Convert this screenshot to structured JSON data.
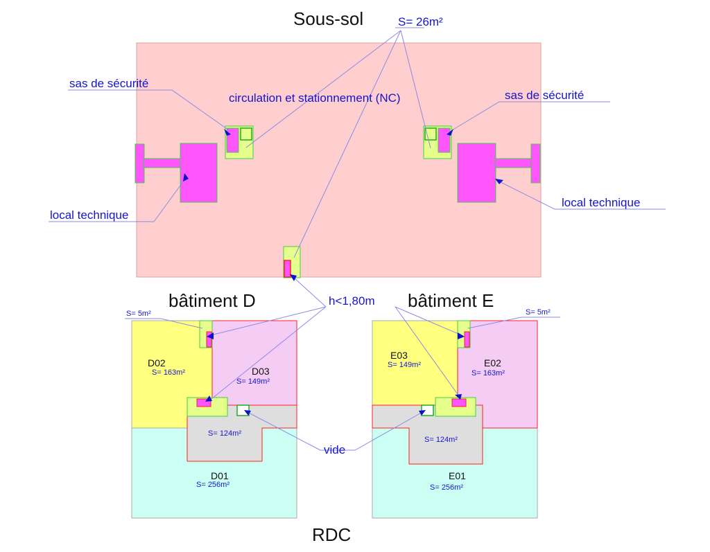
{
  "titles": {
    "basement": "Sous-sol",
    "ground_floor": "RDC",
    "building_d": "bâtiment D",
    "building_e": "bâtiment E"
  },
  "annotations": {
    "surface_basement": "S= 26m²",
    "security_lock_left": "sas de sécurité",
    "security_lock_right": "sas de sécurité",
    "circulation": "circulation et stationnement (NC)",
    "technical_room_left": "local technique",
    "technical_room_right": "local technique",
    "height_limit": "h<1,80m",
    "void": "vide",
    "surface_small_left": "S= 5m²",
    "surface_small_right": "S= 5m²"
  },
  "building_d": {
    "rooms": [
      {
        "name": "D02",
        "surface": "S= 163m²"
      },
      {
        "name": "D03",
        "surface": "S= 149m²"
      },
      {
        "name": "",
        "surface": "S= 124m²"
      },
      {
        "name": "D01",
        "surface": "S= 256m²"
      }
    ]
  },
  "building_e": {
    "rooms": [
      {
        "name": "E03",
        "surface": "S= 149m²"
      },
      {
        "name": "E02",
        "surface": "S= 163m²"
      },
      {
        "name": "",
        "surface": "S= 124m²"
      },
      {
        "name": "E01",
        "surface": "S= 256m²"
      }
    ]
  },
  "colors": {
    "basement_fill": "#ffcfcf",
    "technical_fill": "#ff55ff",
    "circulation_fill": "#e6ff8c",
    "room_yellow": "#ffff80",
    "room_lilac": "#f4ccf4",
    "room_grey": "#dedede",
    "room_cyan": "#ccfff4",
    "label_blue": "#1414cc",
    "outline_green": "#44cc44",
    "outline_red": "#ff2020"
  }
}
